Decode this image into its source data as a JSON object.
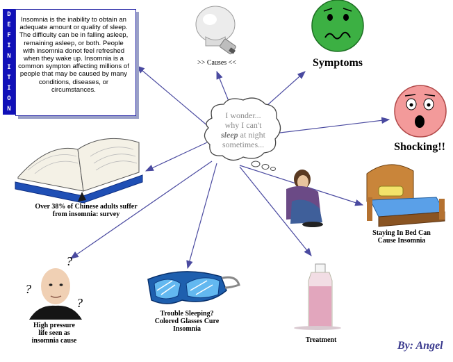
{
  "definition": {
    "tab_letters": [
      "D",
      "E",
      "F",
      "I",
      "N",
      "I",
      "T",
      "I",
      "O",
      "N"
    ],
    "text": "Insomnia is the inability to obtain an adequate amount or quality of sleep.  The difficulty can be in falling asleep, remaining asleep, or both.  People with insomnia donot feel refreshed when they wake up.  Insomnia is a common sympton affecting millions of people that may be caused by many conditions, diseases, or circumstances."
  },
  "thought": {
    "line1": "I wonder...",
    "line2": "why I can't",
    "emph": "sleep",
    "line3_rest": " at night",
    "line4": "sometimes..."
  },
  "nodes": {
    "causes": ">> Causes <<",
    "symptoms": "Symptoms",
    "shocking": "Shocking!!",
    "survey_line1": "Over 38% of Chinese adults suffer",
    "survey_line2": "from insomnia: survey",
    "bed_line1": "Staying In Bed Can",
    "bed_line2": "Cause Insomnia",
    "pressure_line1": "High pressure",
    "pressure_line2": "life seen as",
    "pressure_line3": "insomnia cause",
    "glasses_line1": "Trouble Sleeping?",
    "glasses_line2": "Colored Glasses Cure",
    "glasses_line3": "Insomnia",
    "treatment": "Treatment"
  },
  "question_mark": "?",
  "byline": "By: Angel",
  "colors": {
    "arrow": "#4a4aa0",
    "definition_tab": "#1010b8",
    "sad_face": "#3cb043",
    "shock_face": "#f39a9a",
    "byline": "#3a3a8e"
  }
}
